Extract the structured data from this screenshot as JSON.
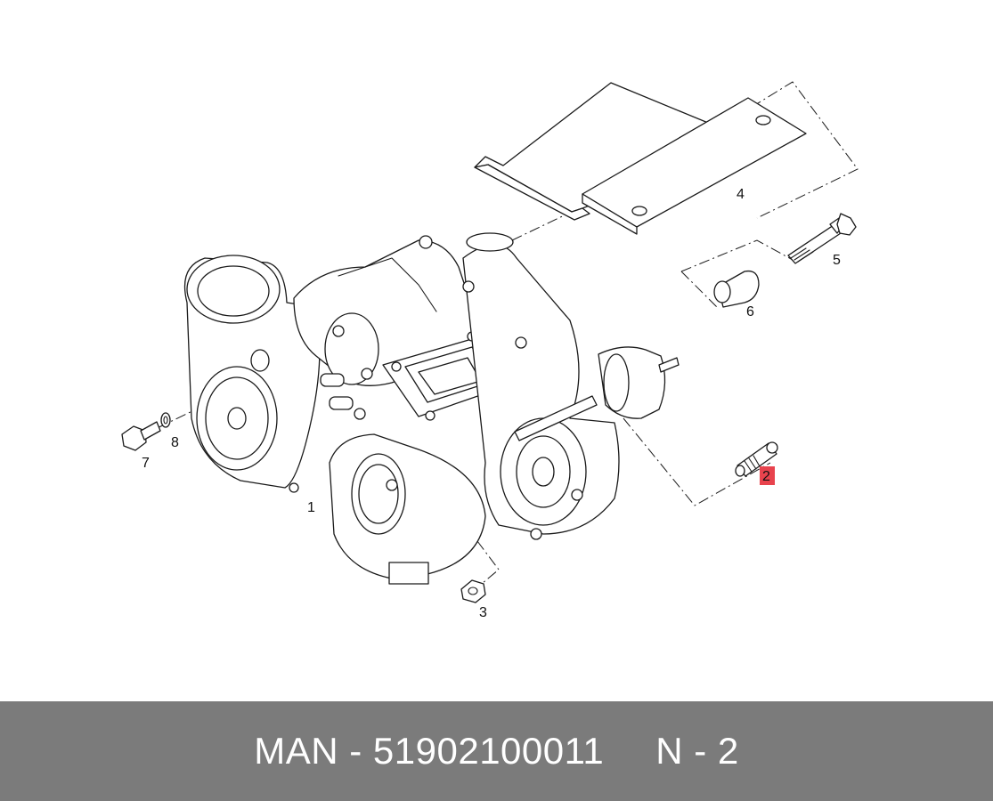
{
  "callouts": {
    "c1": "1",
    "c2": "2",
    "c3": "3",
    "c4": "4",
    "c5": "5",
    "c6": "6",
    "c7": "7",
    "c8": "8"
  },
  "highlight_color": "#e8434d",
  "footer": {
    "brand": "MAN",
    "separator1": "-",
    "part_number": "51902100011",
    "position_label": "N",
    "separator2": "-",
    "position_number": "2"
  }
}
